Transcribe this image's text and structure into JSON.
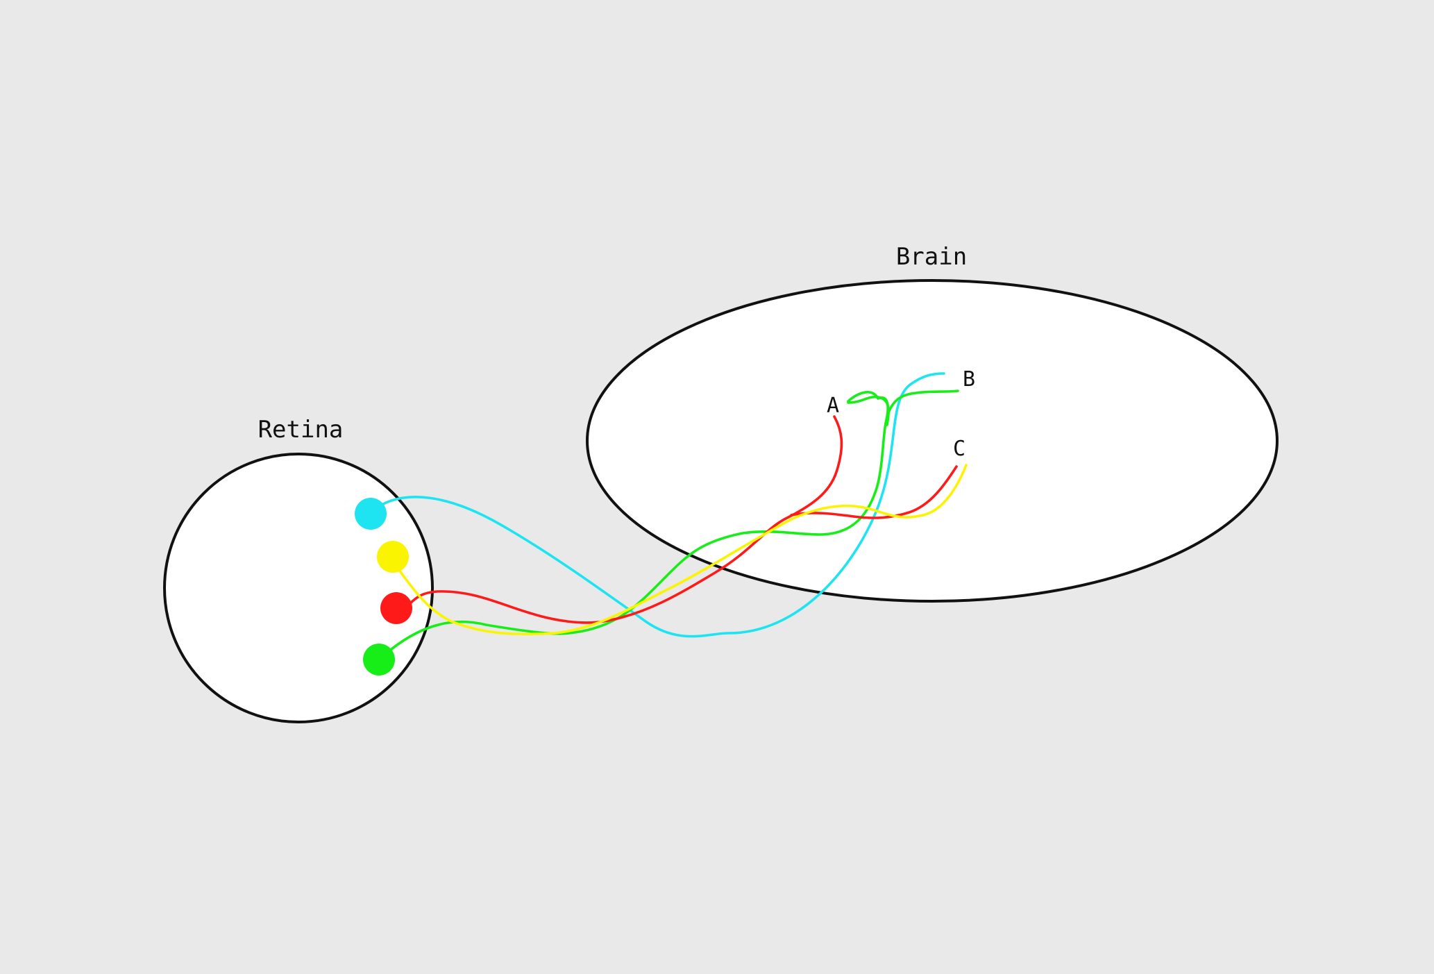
{
  "diagram": {
    "retina_label": "Retina",
    "brain_label": "Brain",
    "target_labels": [
      "A",
      "B",
      "C"
    ],
    "colors": {
      "background": "#e9e9e9",
      "outline": "#111111",
      "cyan": "#1ee4f2",
      "yellow": "#fbf400",
      "red": "#ff1a1a",
      "green": "#17ee17"
    },
    "cells": [
      {
        "name": "cyan-cell",
        "color": "cyan"
      },
      {
        "name": "yellow-cell",
        "color": "yellow"
      },
      {
        "name": "red-cell",
        "color": "red"
      },
      {
        "name": "green-cell",
        "color": "green"
      }
    ]
  }
}
